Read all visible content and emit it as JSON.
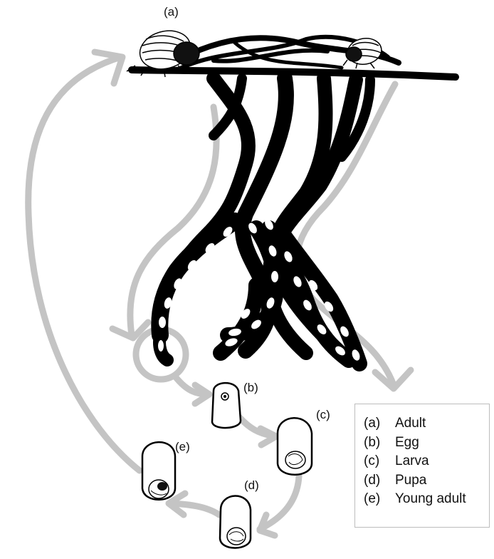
{
  "labels": {
    "adult": "(a)",
    "egg": "(b)",
    "larva": "(c)",
    "pupa": "(d)",
    "young_adult": "(e)"
  },
  "legend": [
    {
      "key": "(a)",
      "text": "Adult"
    },
    {
      "key": "(b)",
      "text": "Egg"
    },
    {
      "key": "(c)",
      "text": "Larva"
    },
    {
      "key": "(d)",
      "text": "Pupa"
    },
    {
      "key": "(e)",
      "text": "Young adult"
    }
  ],
  "colors": {
    "ink": "#000000",
    "arrow": "#c4c4c4",
    "legend_border": "#bdbdbd",
    "background": "#ffffff"
  }
}
